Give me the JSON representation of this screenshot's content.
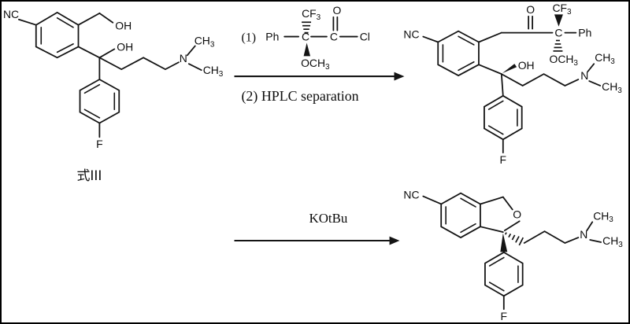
{
  "scheme": {
    "colors": {
      "ink": "#141414",
      "background": "#ffffff"
    },
    "structure1": {
      "nitrile": "NC",
      "hydroxymethyl_oh": "OH",
      "tertiary_oh": "OH",
      "amine_n": "N",
      "n_methyl_upper": {
        "main": "CH",
        "sub": "3"
      },
      "n_methyl_lower": {
        "main": "CH",
        "sub": "3"
      },
      "fluoro": "F",
      "caption": "式III"
    },
    "step1": {
      "number": "(1)",
      "phenyl": "Ph",
      "stereocenter": "C",
      "trifluoromethyl": {
        "main": "CF",
        "sub": "3"
      },
      "carbonyl_c": "C",
      "carbonyl_o": "O",
      "chloride": "Cl",
      "methoxy": {
        "main": "OCH",
        "sub": "3"
      }
    },
    "step2": {
      "text": "(2) HPLC separation"
    },
    "structure2": {
      "nitrile": "NC",
      "carbonyl_o": "O",
      "trifluoromethyl": {
        "main": "CF",
        "sub": "3"
      },
      "stereocenter": "C",
      "phenyl": "Ph",
      "methoxy": {
        "main": "OCH",
        "sub": "3"
      },
      "tertiary_oh": "OH",
      "amine_n": "N",
      "n_methyl_upper": {
        "main": "CH",
        "sub": "3"
      },
      "n_methyl_lower": {
        "main": "CH",
        "sub": "3"
      },
      "fluoro": "F"
    },
    "step3": {
      "reagent": "KOtBu"
    },
    "structure3": {
      "nitrile": "NC",
      "ring_o": "O",
      "amine_n": "N",
      "n_methyl_upper": {
        "main": "CH",
        "sub": "3"
      },
      "n_methyl_lower": {
        "main": "CH",
        "sub": "3"
      },
      "fluoro": "F"
    }
  }
}
